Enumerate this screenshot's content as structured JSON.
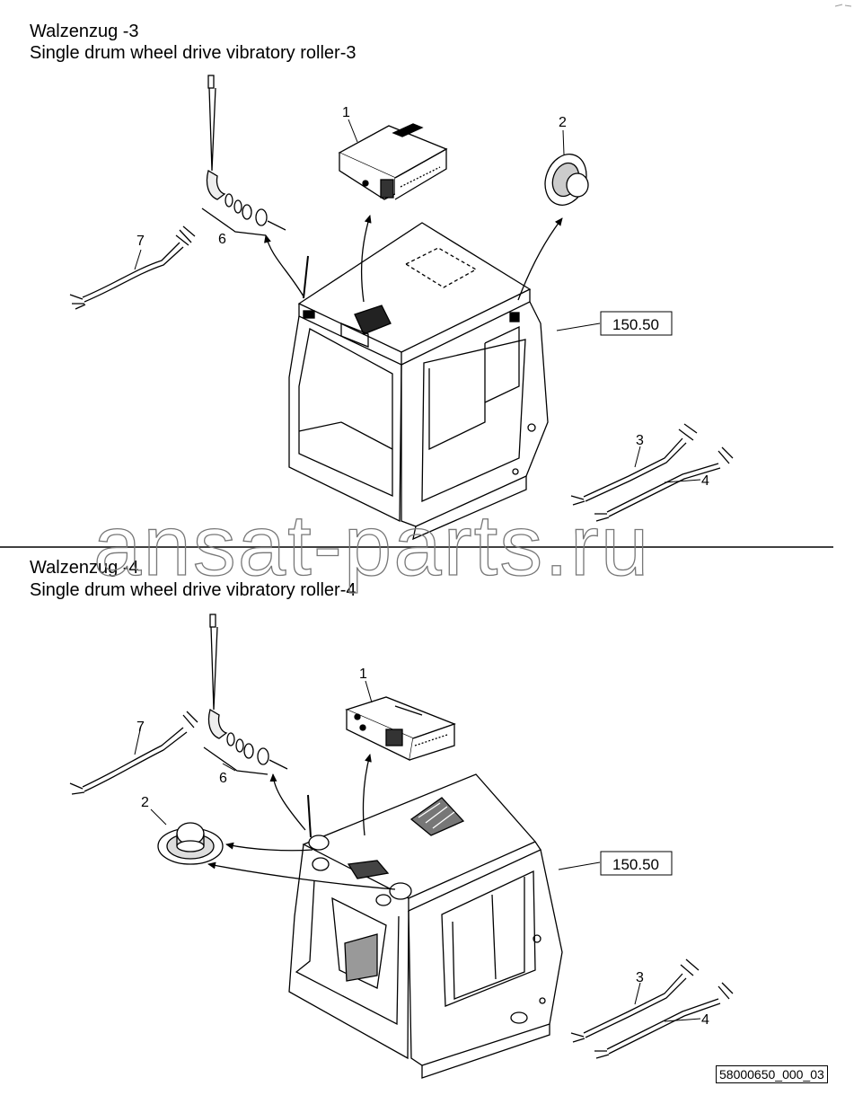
{
  "sections": [
    {
      "title_de": "Walzenzug -3",
      "title_en": "Single drum wheel drive vibratory roller-3"
    },
    {
      "title_de": "Walzenzug -4",
      "title_en": "Single drum wheel drive vibratory roller-4"
    }
  ],
  "callouts": {
    "top": [
      "1",
      "2",
      "3",
      "4",
      "6",
      "7"
    ],
    "bottom": [
      "1",
      "2",
      "3",
      "4",
      "6",
      "7"
    ]
  },
  "reference_boxes": {
    "top": "150.50",
    "bottom": "150.50"
  },
  "watermark": "ansat-parts.ru",
  "drawing_code": "58000650_000_03"
}
